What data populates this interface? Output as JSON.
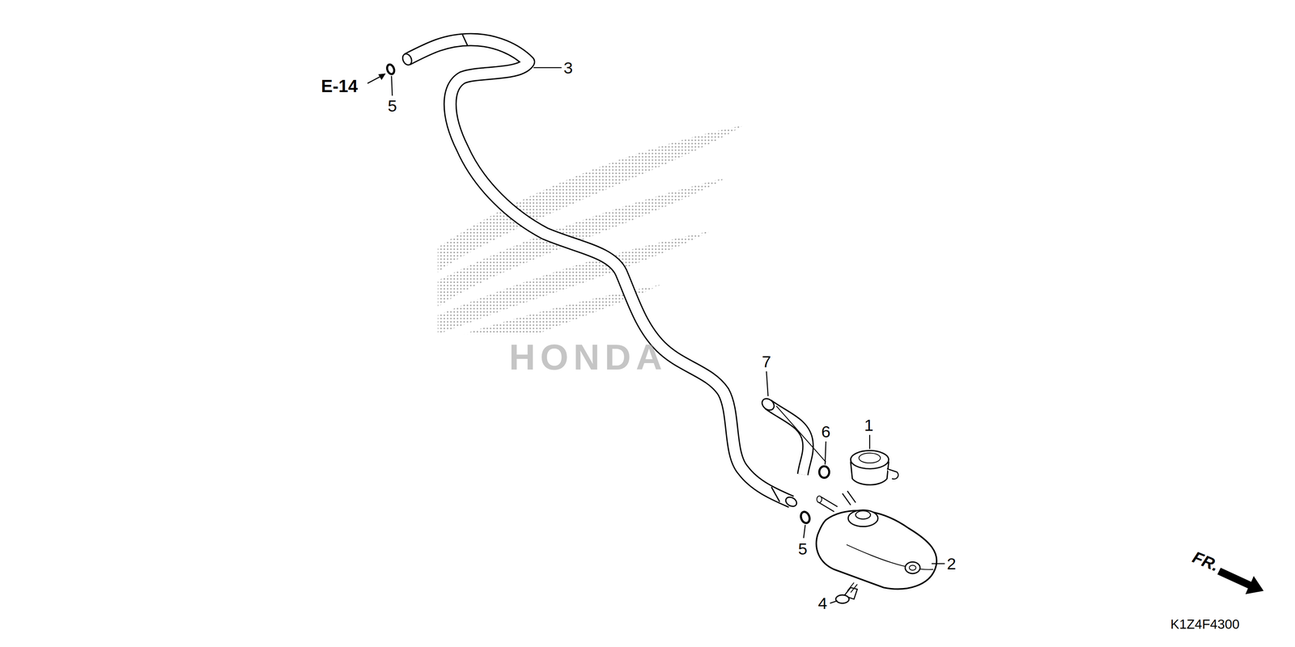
{
  "diagram": {
    "labels": [
      "HONDA",
      "E-14",
      "5",
      "3",
      "7",
      "6",
      "1",
      "5",
      "2",
      "4",
      "FR.",
      "K1Z4F4300"
    ]
  }
}
